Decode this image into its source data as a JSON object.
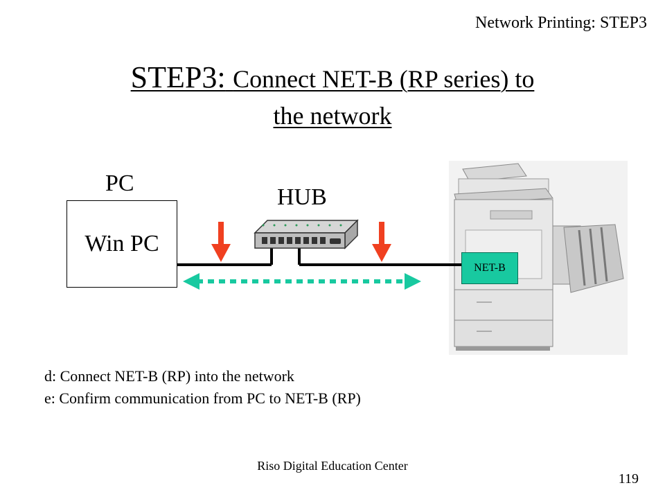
{
  "header": {
    "section_label": "Network Printing: STEP3"
  },
  "title": {
    "prefix": "STEP3:",
    "line1_rest": "Connect NET-B (RP series) to",
    "line2": "the network"
  },
  "diagram": {
    "pc_label": "PC",
    "pc_box_label": "Win PC",
    "hub_label": "HUB",
    "netb_label": "NET-B"
  },
  "notes": {
    "d": "d: Connect NET-B (RP) into the network",
    "e": "e: Confirm communication from PC to NET-B (RP)"
  },
  "footer": {
    "center": "Riso Digital Education Center",
    "page_number": "119"
  },
  "colors": {
    "arrow_red": "#f04020",
    "dashed_green": "#18c9a0",
    "netb_fill": "#18c9a0",
    "cable": "#000000"
  }
}
